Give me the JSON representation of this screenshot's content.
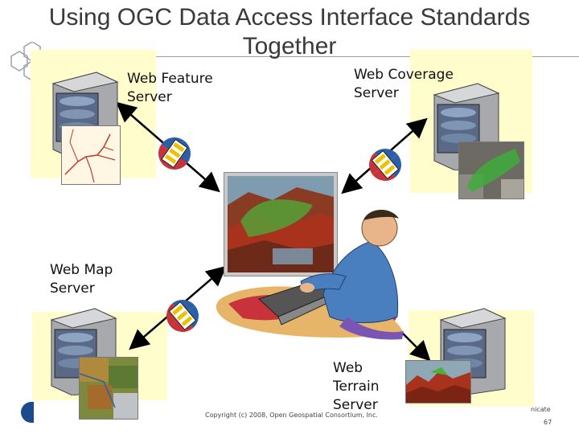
{
  "title": "Using OGC Data Access Interface Standards Together",
  "servers": {
    "feature": {
      "label": "Web Feature\nServer"
    },
    "coverage": {
      "label": "Web Coverage\nServer"
    },
    "map": {
      "label": "Web Map\nServer"
    },
    "terrain": {
      "label": "Web\nTerrain\nServer"
    }
  },
  "footer": {
    "copyright": "Copyright (c) 2008, Open Geospatial Consortium, Inc.",
    "page_number": "67",
    "fragment": "nicate"
  },
  "colors": {
    "panel": "#fffdcc",
    "arrow": "#000000",
    "connector_blue": "#2b5fa8",
    "connector_red": "#c8323a",
    "connector_gold": "#e9c200",
    "server_gray": "#8a8c90",
    "map_green": "#4caf3a",
    "terrain_red": "#a8321c",
    "person_blue": "#4a7fbf"
  }
}
